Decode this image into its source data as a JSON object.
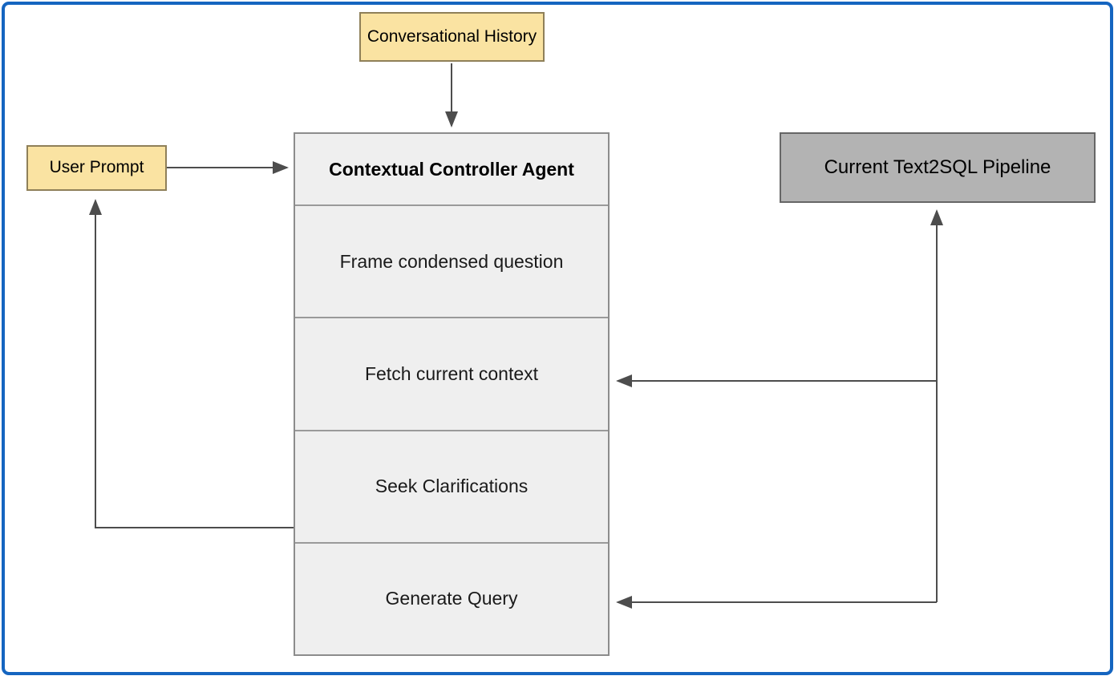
{
  "diagram": {
    "frame_color": "#1565c0",
    "nodes": {
      "conversational_history": {
        "label": "Conversational History",
        "fill": "#fae3a2",
        "stroke": "#8f8059"
      },
      "user_prompt": {
        "label": "User Prompt",
        "fill": "#fae3a2",
        "stroke": "#8f8059"
      },
      "text2sql_pipeline": {
        "label": "Current Text2SQL Pipeline",
        "fill": "#b3b3b3",
        "stroke": "#666666"
      },
      "agent": {
        "title": "Contextual Controller Agent",
        "fill": "#efefef",
        "stroke": "#8c8c8c",
        "steps": [
          {
            "label": "Frame condensed question"
          },
          {
            "label": "Fetch current context"
          },
          {
            "label": "Seek Clarifications"
          },
          {
            "label": "Generate Query"
          }
        ]
      }
    },
    "edges": [
      {
        "name": "conversational-history-to-agent",
        "from": "conversational_history",
        "to": "agent",
        "label": ""
      },
      {
        "name": "user-prompt-to-agent",
        "from": "user_prompt",
        "to": "agent",
        "label": ""
      },
      {
        "name": "seek-clarifications-to-user-prompt",
        "from": "agent.seek_clarifications",
        "to": "user_prompt",
        "label": ""
      },
      {
        "name": "pipeline-to-fetch-current-context",
        "from": "text2sql_pipeline",
        "to": "agent.fetch_current_context",
        "label": ""
      },
      {
        "name": "generate-query-to-pipeline",
        "from": "agent.generate_query",
        "to": "text2sql_pipeline",
        "label": ""
      }
    ]
  }
}
